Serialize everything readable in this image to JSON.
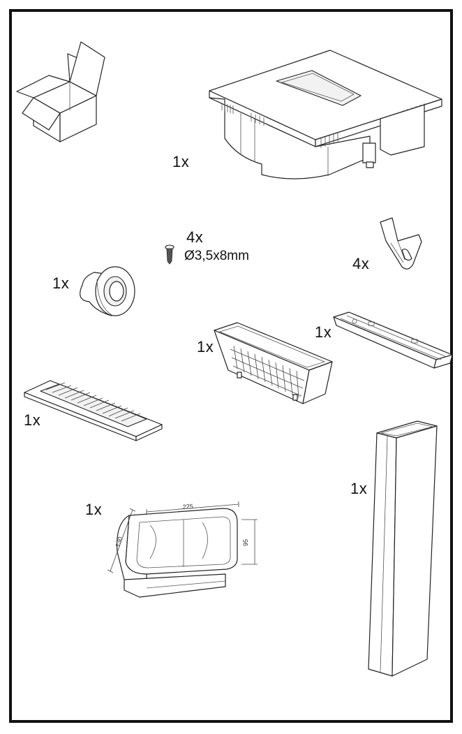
{
  "items": [
    {
      "id": "hob",
      "qty": "1x"
    },
    {
      "id": "screws",
      "qty": "4x",
      "spec": "Ø3,5x8mm"
    },
    {
      "id": "brackets",
      "qty": "4x"
    },
    {
      "id": "tape",
      "qty": "1x"
    },
    {
      "id": "filter-holder",
      "qty": "1x"
    },
    {
      "id": "grease-filter",
      "qty": "1x"
    },
    {
      "id": "grille",
      "qty": "1x"
    },
    {
      "id": "elbow",
      "qty": "1x",
      "dims": {
        "width": "225",
        "height": "95",
        "depth": "130"
      }
    },
    {
      "id": "duct",
      "qty": "1x"
    }
  ]
}
